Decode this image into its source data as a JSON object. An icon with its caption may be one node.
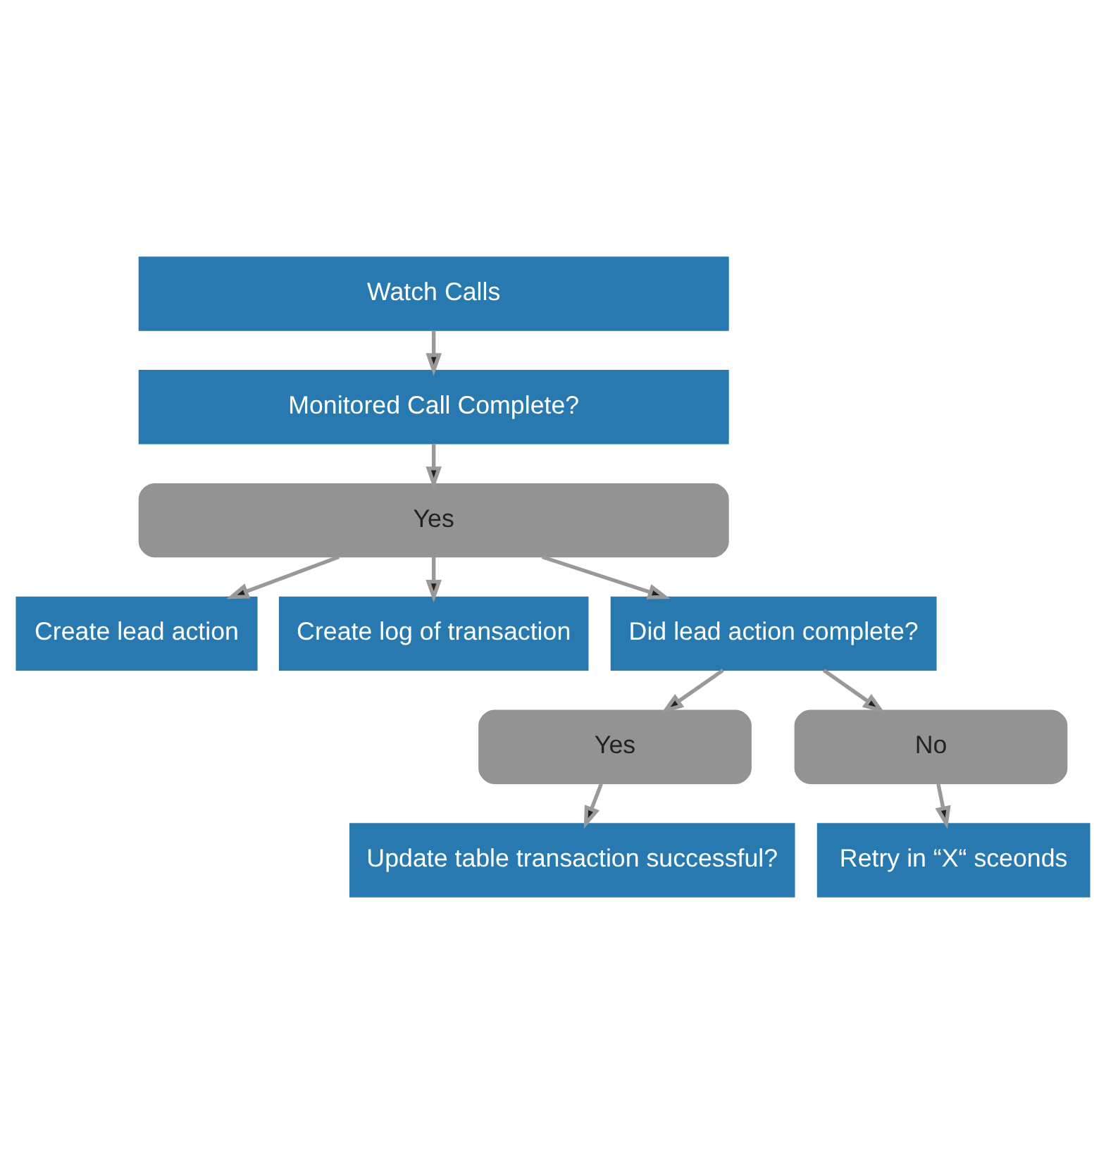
{
  "diagram": {
    "nodes": [
      {
        "text": [
          "Watch Calls"
        ]
      },
      {
        "text": [
          "Monitored Call Complete?"
        ]
      },
      {
        "text": [
          "Yes"
        ]
      },
      {
        "text": [
          "Create lead action"
        ]
      },
      {
        "text": [
          "Create log of transaction"
        ]
      },
      {
        "text": [
          "Did lead action complete?"
        ]
      },
      {
        "text": [
          "Yes"
        ]
      },
      {
        "text": [
          "No"
        ]
      },
      {
        "text": [
          "Update table transaction successful?"
        ]
      },
      {
        "text": [
          "Retry in “X“ sceonds"
        ]
      }
    ],
    "edges": [
      {
        "from": 0,
        "to": 1,
        "arrow": "to"
      },
      {
        "from": 1,
        "to": 2,
        "arrow": "to"
      },
      {
        "from": 2,
        "to": 3,
        "arrow": "to"
      },
      {
        "from": 2,
        "to": 4,
        "arrow": "to"
      },
      {
        "from": 2,
        "to": 5,
        "arrow": "to"
      },
      {
        "from": 5,
        "to": 6,
        "arrow": "to"
      },
      {
        "from": 5,
        "to": 7,
        "arrow": "to"
      },
      {
        "from": 6,
        "to": 8,
        "arrow": "to"
      },
      {
        "from": 7,
        "to": 9,
        "arrow": "to"
      }
    ]
  }
}
